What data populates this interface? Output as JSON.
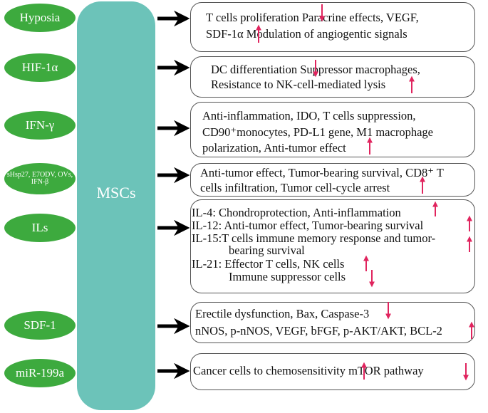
{
  "center": {
    "label": "MSCs"
  },
  "factors": [
    {
      "label": "Hyposia"
    },
    {
      "label": "HIF-1α"
    },
    {
      "label": "IFN-γ"
    },
    {
      "label": "sHsp27, E7ODV, OVs, IFN-β"
    },
    {
      "label": "ILs"
    },
    {
      "label": "SDF-1"
    },
    {
      "label": "miR-199a"
    }
  ],
  "boxes": [
    {
      "lines": [
        {
          "text": "T cells proliferation    Paracrine effects, VEGF,"
        },
        {
          "text": "SDF-1α    Modulation of angiogentic signals"
        }
      ]
    },
    {
      "lines": [
        {
          "text": "DC differentiation    Suppressor macrophages,"
        },
        {
          "text": "Resistance to NK-cell-mediated lysis"
        }
      ]
    },
    {
      "lines": [
        {
          "text": "Anti-inflammation, IDO, T cells  suppression,"
        },
        {
          "text": "CD90⁺monocytes, PD-L1 gene, M1 macrophage"
        },
        {
          "text": "polarization, Anti-tumor effect"
        }
      ]
    },
    {
      "lines": [
        {
          "text": "Anti-tumor effect, Tumor-bearing survival, CD8⁺ T"
        },
        {
          "text": "cells infiltration, Tumor cell-cycle arrest"
        }
      ]
    },
    {
      "lines": [
        {
          "text": "IL-4: Chondroprotection, Anti-inflammation"
        },
        {
          "text": "IL-12: Anti-tumor effect, Tumor-bearing survival"
        },
        {
          "text": "IL-15:T cells immune memory response and tumor-"
        },
        {
          "text": "bearing survival"
        },
        {
          "text": "IL-21: Effector T cells, NK cells"
        },
        {
          "text": "Immune suppressor cells"
        }
      ]
    },
    {
      "lines": [
        {
          "text": "Erectile dysfunction, Bax, Caspase-3"
        },
        {
          "text": "nNOS, p-nNOS, VEGF, bFGF, p-AKT/AKT, BCL-2"
        }
      ]
    },
    {
      "lines": [
        {
          "text": "Cancer cells to chemosensitivity     mTOR pathway"
        }
      ]
    }
  ],
  "colors": {
    "pill": "#3daa3e",
    "msc": "#6cc3b9",
    "up_arrow": "#e0245e",
    "down_arrow": "#e0245e"
  }
}
